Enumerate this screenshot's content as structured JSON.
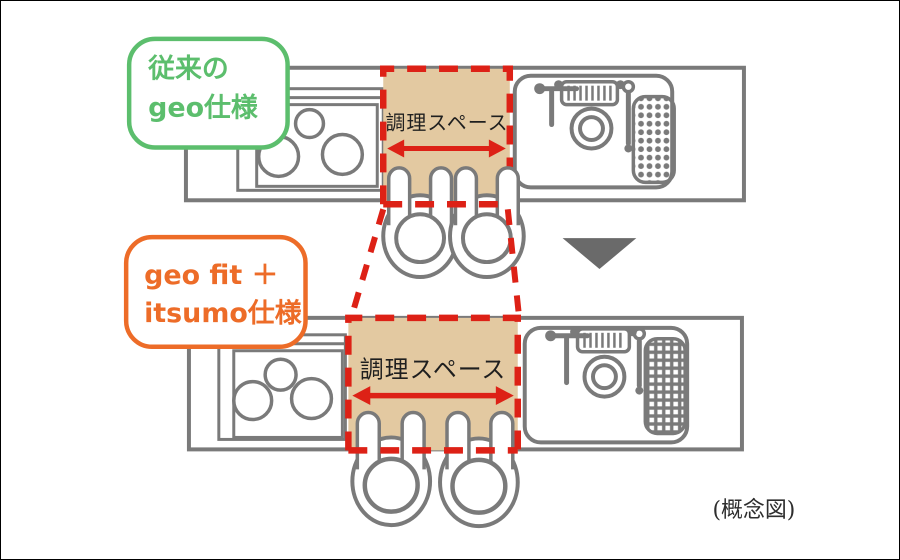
{
  "badges": {
    "conventional": {
      "line1": "従来の",
      "line2": "geo仕様",
      "color": "#5cbe6d"
    },
    "geofit": {
      "line1": "geo fit ＋",
      "line2": "itsumo仕様",
      "color": "#ed6c28"
    }
  },
  "diagram_top": {
    "workspace_label": "調理スペース"
  },
  "diagram_bottom": {
    "workspace_label": "調理スペース"
  },
  "caption": "(概念図)",
  "colors": {
    "workspace_fill": "#e3c9a1",
    "highlight_red": "#dd2116",
    "outline_gray": "#7a7a7a",
    "transition_arrow_gray": "#6a6a6a",
    "label_text": "#1f1f1f"
  }
}
